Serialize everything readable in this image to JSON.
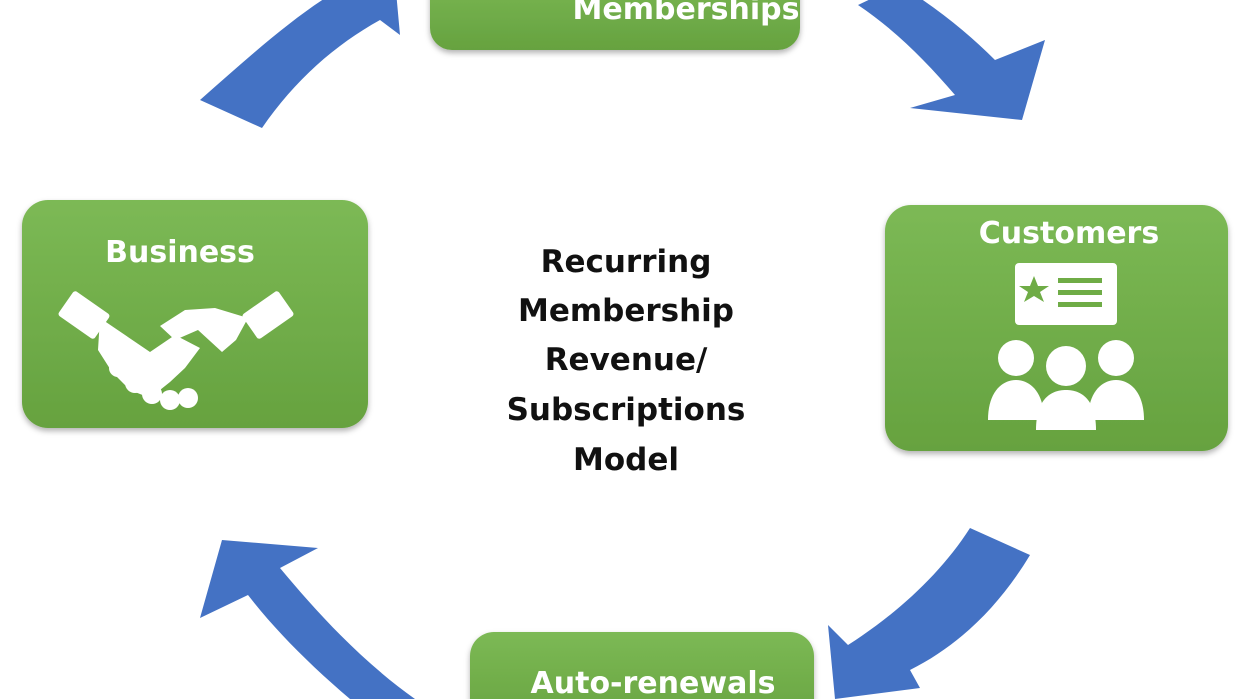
{
  "colors": {
    "box_fill": "#6fac46",
    "box_fill_light": "#7cb955",
    "arrow": "#4472c4",
    "label": "#ffffff",
    "title": "#111111"
  },
  "nodes": {
    "memberships": {
      "label": "Memberships"
    },
    "customers": {
      "label": "Customers",
      "icon": "customer-group-icon"
    },
    "business": {
      "label": "Business",
      "icon": "handshake-icon"
    },
    "auto_renewals": {
      "label": "Auto-renewals"
    }
  },
  "center": {
    "lines": [
      "Recurring",
      "Membership",
      "Revenue/",
      "Subscriptions",
      "Model"
    ]
  }
}
